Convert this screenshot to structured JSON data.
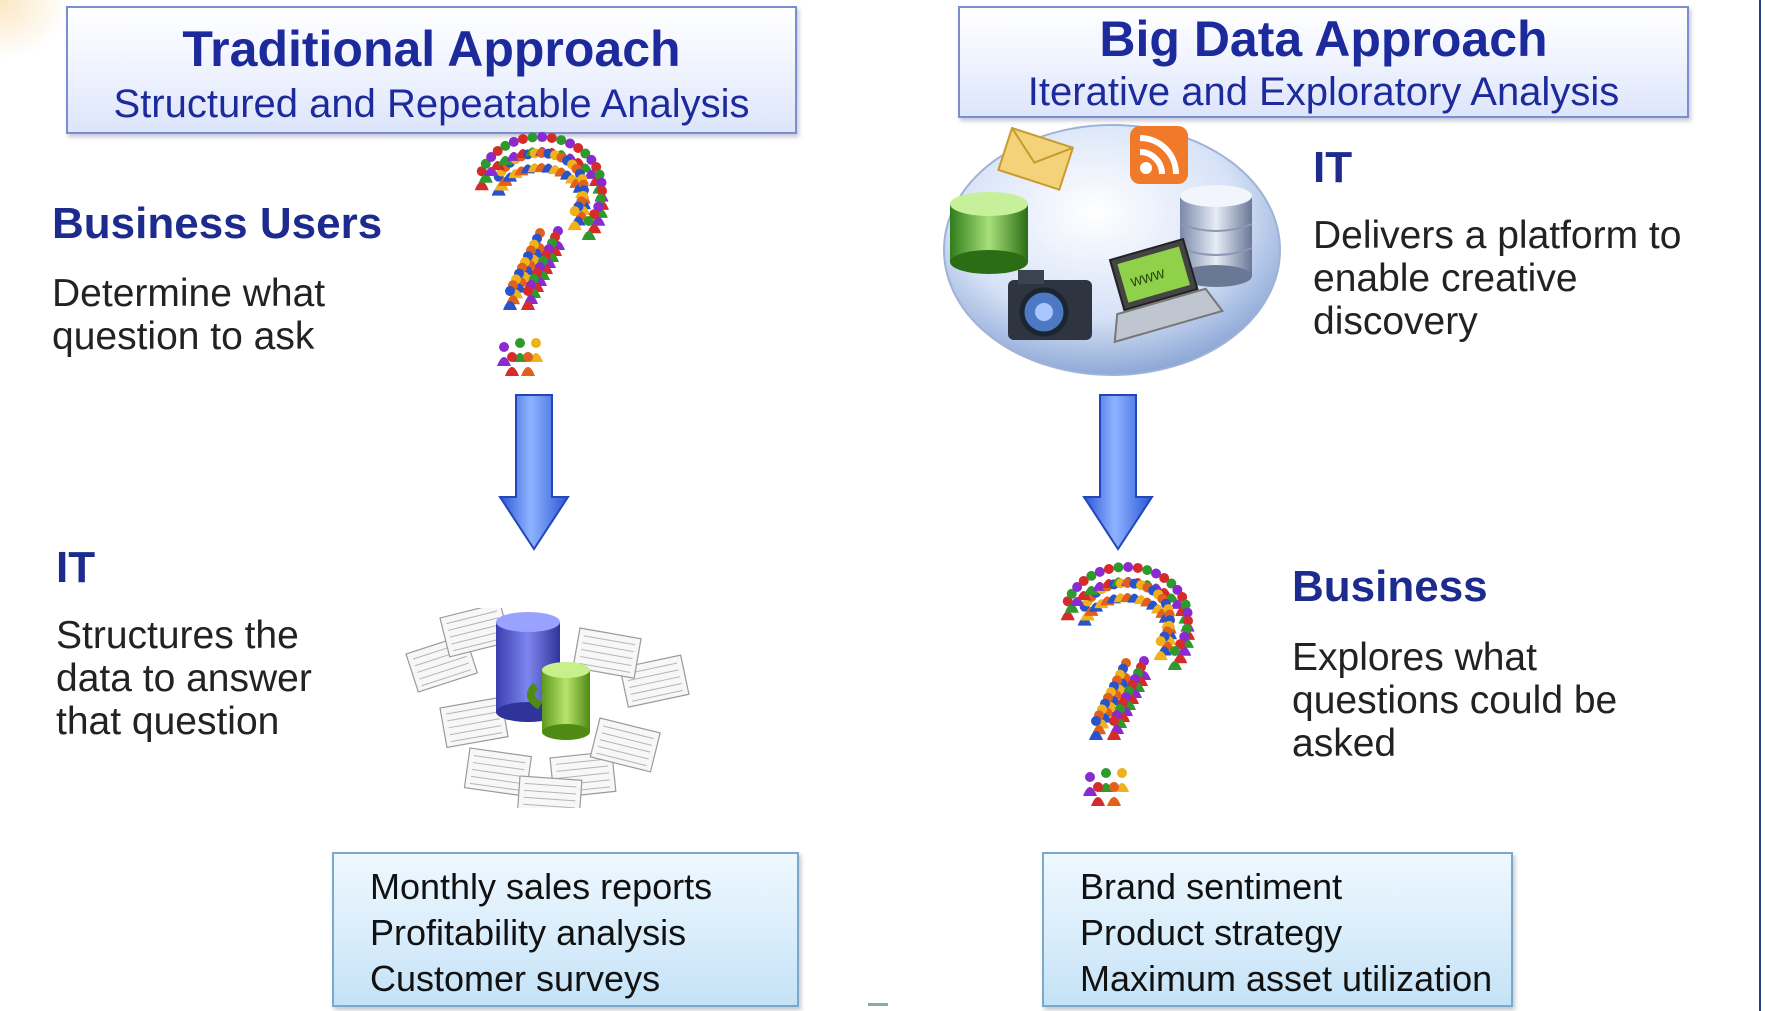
{
  "traditional": {
    "title": "Traditional Approach",
    "subtitle": "Structured and Repeatable Analysis",
    "step1": {
      "title": "Business Users",
      "desc": [
        "Determine what",
        "question to ask"
      ]
    },
    "step2": {
      "title": "IT",
      "desc": [
        "Structures the",
        "data to answer",
        "that question"
      ]
    },
    "examples": [
      "Monthly sales reports",
      "Profitability analysis",
      "Customer surveys"
    ]
  },
  "bigdata": {
    "title": "Big Data Approach",
    "subtitle": "Iterative and Exploratory Analysis",
    "step1": {
      "title": "IT",
      "desc": [
        "Delivers a platform to",
        "enable creative",
        "discovery"
      ]
    },
    "step2": {
      "title": "Business",
      "desc": [
        "Explores what",
        "questions could be",
        "asked"
      ]
    },
    "examples": [
      "Brand sentiment",
      "Product strategy",
      "Maximum asset utilization"
    ],
    "platform_icons": [
      "envelope-icon",
      "rss-icon",
      "database-icon",
      "camera-icon",
      "laptop-icon"
    ]
  },
  "icons": {
    "question_mark_people": "question-mark-people-icon",
    "arrow": "down-arrow-icon",
    "data_reports": "database-reports-icon"
  },
  "colors": {
    "title_blue": "#1c2a9c",
    "arrow_blue": "#3f6fe0",
    "example_bg": "#d9edfb"
  }
}
